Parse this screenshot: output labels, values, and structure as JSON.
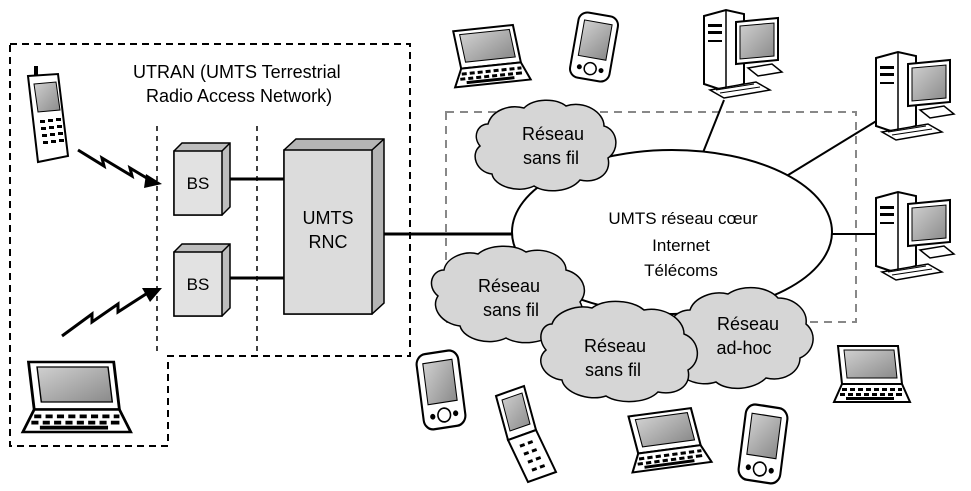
{
  "utran": {
    "line1": "UTRAN (UMTS Terrestrial",
    "line2": "Radio Access Network)"
  },
  "bs_top": "BS",
  "bs_bottom": "BS",
  "rnc": {
    "line1": "UMTS",
    "line2": "RNC"
  },
  "core": {
    "line1": "UMTS réseau cœur",
    "line2": "Internet",
    "line3": "Télécoms"
  },
  "cloud_top": {
    "line1": "Réseau",
    "line2": "sans fil"
  },
  "cloud_left": {
    "line1": "Réseau",
    "line2": "sans fil"
  },
  "cloud_bottom": {
    "line1": "Réseau",
    "line2": "sans fil"
  },
  "cloud_adhoc": {
    "line1": "Réseau",
    "line2": "ad-hoc"
  },
  "icons": [
    "mobile-phone-icon",
    "laptop-icon",
    "pda-icon",
    "desktop-computer-icon",
    "flip-phone-icon"
  ]
}
